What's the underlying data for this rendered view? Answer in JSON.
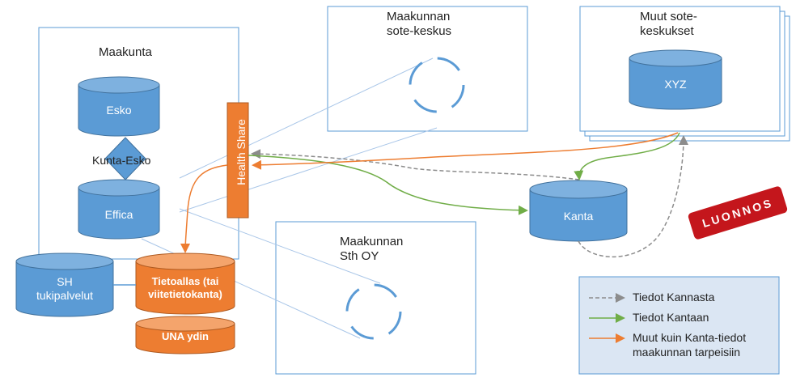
{
  "regions": {
    "maakunta": "Maakunta",
    "sote_keskus": [
      "Maakunnan",
      "sote-keskus"
    ],
    "muut_sote": [
      "Muut sote-",
      "keskukset"
    ],
    "sth_oy": [
      "Maakunnan",
      "Sth OY"
    ]
  },
  "nodes": {
    "esko": "Esko",
    "kunta_esko": "Kunta-Esko",
    "effica": "Effica",
    "health_share": "Health Share",
    "xyz": "XYZ",
    "kanta": "Kanta",
    "sh": [
      "SH",
      "tukipalvelut"
    ],
    "tietoallas": [
      "Tietoallas (tai",
      "viitetietokanta)"
    ],
    "una": "UNA ydin"
  },
  "stamp": "LUONNOS",
  "legend": {
    "items": [
      {
        "label": "Tiedot Kannasta",
        "color": "#8c8c8c",
        "dashed": true
      },
      {
        "label": "Tiedot Kantaan",
        "color": "#70ad47",
        "dashed": false
      },
      {
        "label": "Muut kuin Kanta-tiedot",
        "label2": "maakunnan tarpeisiin",
        "color": "#ed7d31",
        "dashed": false
      }
    ]
  },
  "colors": {
    "blue": "#5b9bd5",
    "blue_dark": "#41719c",
    "orange": "#ed7d31",
    "green": "#70ad47",
    "grey": "#8c8c8c",
    "box_border": "#5b9bd5",
    "legend_bg": "#dbe6f3"
  }
}
